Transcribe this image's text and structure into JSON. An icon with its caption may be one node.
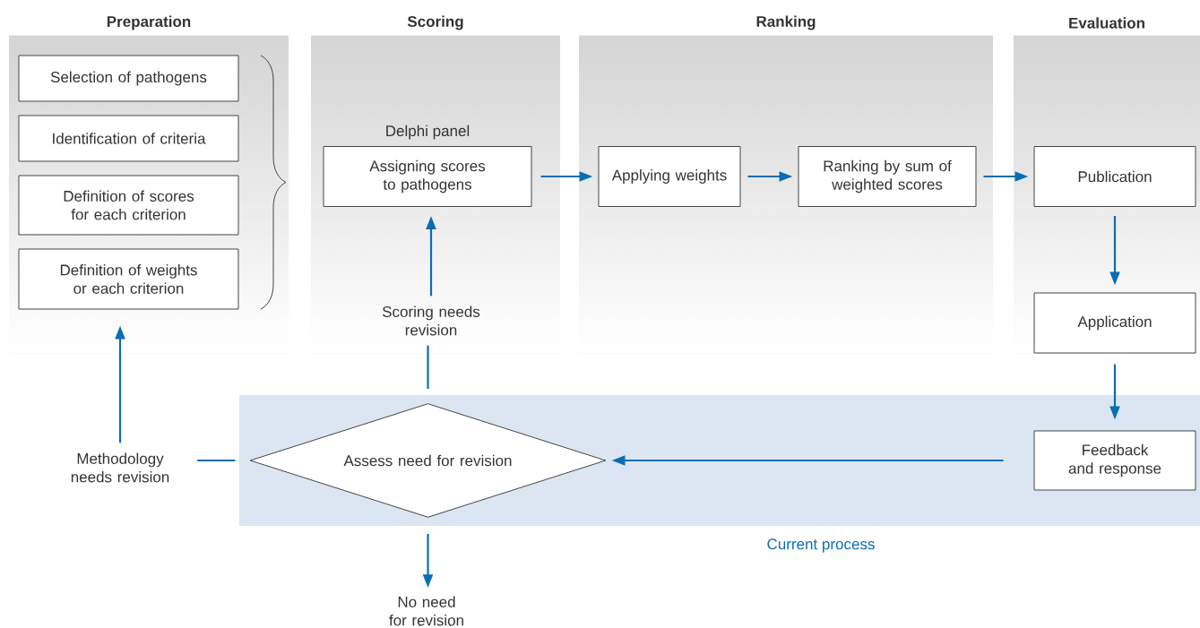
{
  "diagram": {
    "nodes": [
      {
        "text": [
          "Preparation"
        ]
      },
      {
        "text": [
          "Selection of pathogens"
        ],
        "in": 0
      },
      {
        "text": [
          "Identification of criteria"
        ],
        "in": 0
      },
      {
        "text": [
          "Definition of scores for each criterion"
        ],
        "in": 0
      },
      {
        "text": [
          "Definition of weights or each criterion"
        ],
        "in": 0
      },
      {
        "text": [
          "Scoring"
        ]
      },
      {
        "text": [
          "Assigning scores to pathogens"
        ],
        "beside": [
          "Delphi panel"
        ],
        "in": 5
      },
      {
        "text": [
          "Ranking"
        ]
      },
      {
        "text": [
          "Applying weights"
        ],
        "in": 7
      },
      {
        "text": [
          "Ranking by sum of weighted scores"
        ],
        "in": 7
      },
      {
        "text": [
          "Evaluation"
        ]
      },
      {
        "text": [
          "Publication"
        ],
        "in": 10
      },
      {
        "text": [
          "Application"
        ],
        "in": 10
      },
      {
        "text": [
          "Current process"
        ]
      },
      {
        "text": [
          "Assess need for revision"
        ],
        "in": 13
      },
      {
        "text": [
          "Feedback and response"
        ],
        "in": 13
      },
      {
        "text": [
          "Scoring needs revision"
        ],
        "in": 5
      },
      {
        "text": [
          "Methodology needs revision"
        ]
      },
      {
        "text": [
          "No need for revision"
        ]
      }
    ],
    "edges": [
      {
        "from": 6,
        "to": 8,
        "arrow": "to"
      },
      {
        "from": 8,
        "to": 9,
        "arrow": "to"
      },
      {
        "from": 9,
        "to": 11,
        "arrow": "to"
      },
      {
        "from": 11,
        "to": 12,
        "arrow": "to"
      },
      {
        "from": 12,
        "to": 15,
        "arrow": "to"
      },
      {
        "from": 15,
        "to": 14,
        "arrow": "to"
      },
      {
        "from": 14,
        "to": 16,
        "arrow": "none"
      },
      {
        "from": 16,
        "to": 6,
        "arrow": "to"
      },
      {
        "from": 14,
        "to": 17,
        "arrow": "none"
      },
      {
        "from": 17,
        "to": 4,
        "arrow": "to"
      },
      {
        "from": 14,
        "to": 18,
        "arrow": "to"
      }
    ]
  }
}
